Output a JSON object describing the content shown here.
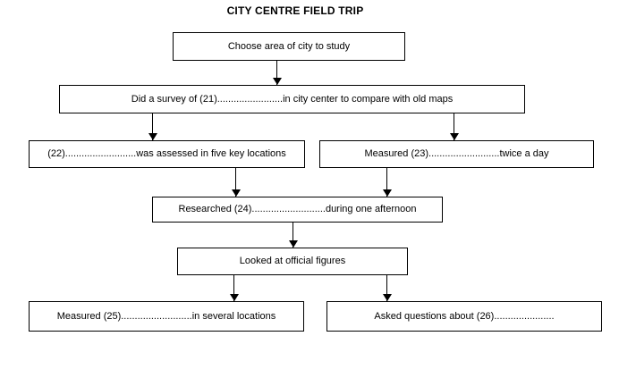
{
  "title": "CITY CENTRE FIELD TRIP",
  "flowchart": {
    "nodes": [
      {
        "id": "choose_area",
        "label": "Choose area of city to study"
      },
      {
        "id": "survey",
        "label": "Did a survey of (21)........................in city center to compare with old maps",
        "blank_number": "21"
      },
      {
        "id": "assessed_locations",
        "label": "(22)..........................was assessed in five key locations",
        "blank_number": "22"
      },
      {
        "id": "measured_twice_daily",
        "label": "Measured (23)..........................twice a day",
        "blank_number": "23"
      },
      {
        "id": "researched_afternoon",
        "label": "Researched (24)...........................during one afternoon",
        "blank_number": "24"
      },
      {
        "id": "official_figures",
        "label": "Looked at official figures"
      },
      {
        "id": "measured_several",
        "label": "Measured (25)..........................in several locations",
        "blank_number": "25"
      },
      {
        "id": "asked_questions",
        "label": "Asked questions about (26)......................",
        "blank_number": "26"
      }
    ],
    "edges": [
      {
        "from": "choose_area",
        "to": "survey"
      },
      {
        "from": "survey",
        "to": "assessed_locations"
      },
      {
        "from": "survey",
        "to": "measured_twice_daily"
      },
      {
        "from": "assessed_locations",
        "to": "researched_afternoon"
      },
      {
        "from": "measured_twice_daily",
        "to": "researched_afternoon"
      },
      {
        "from": "researched_afternoon",
        "to": "official_figures"
      },
      {
        "from": "official_figures",
        "to": "measured_several"
      },
      {
        "from": "official_figures",
        "to": "asked_questions"
      }
    ],
    "colors": {
      "box_border": "#000000",
      "text": "#000000",
      "background": "#ffffff"
    }
  }
}
